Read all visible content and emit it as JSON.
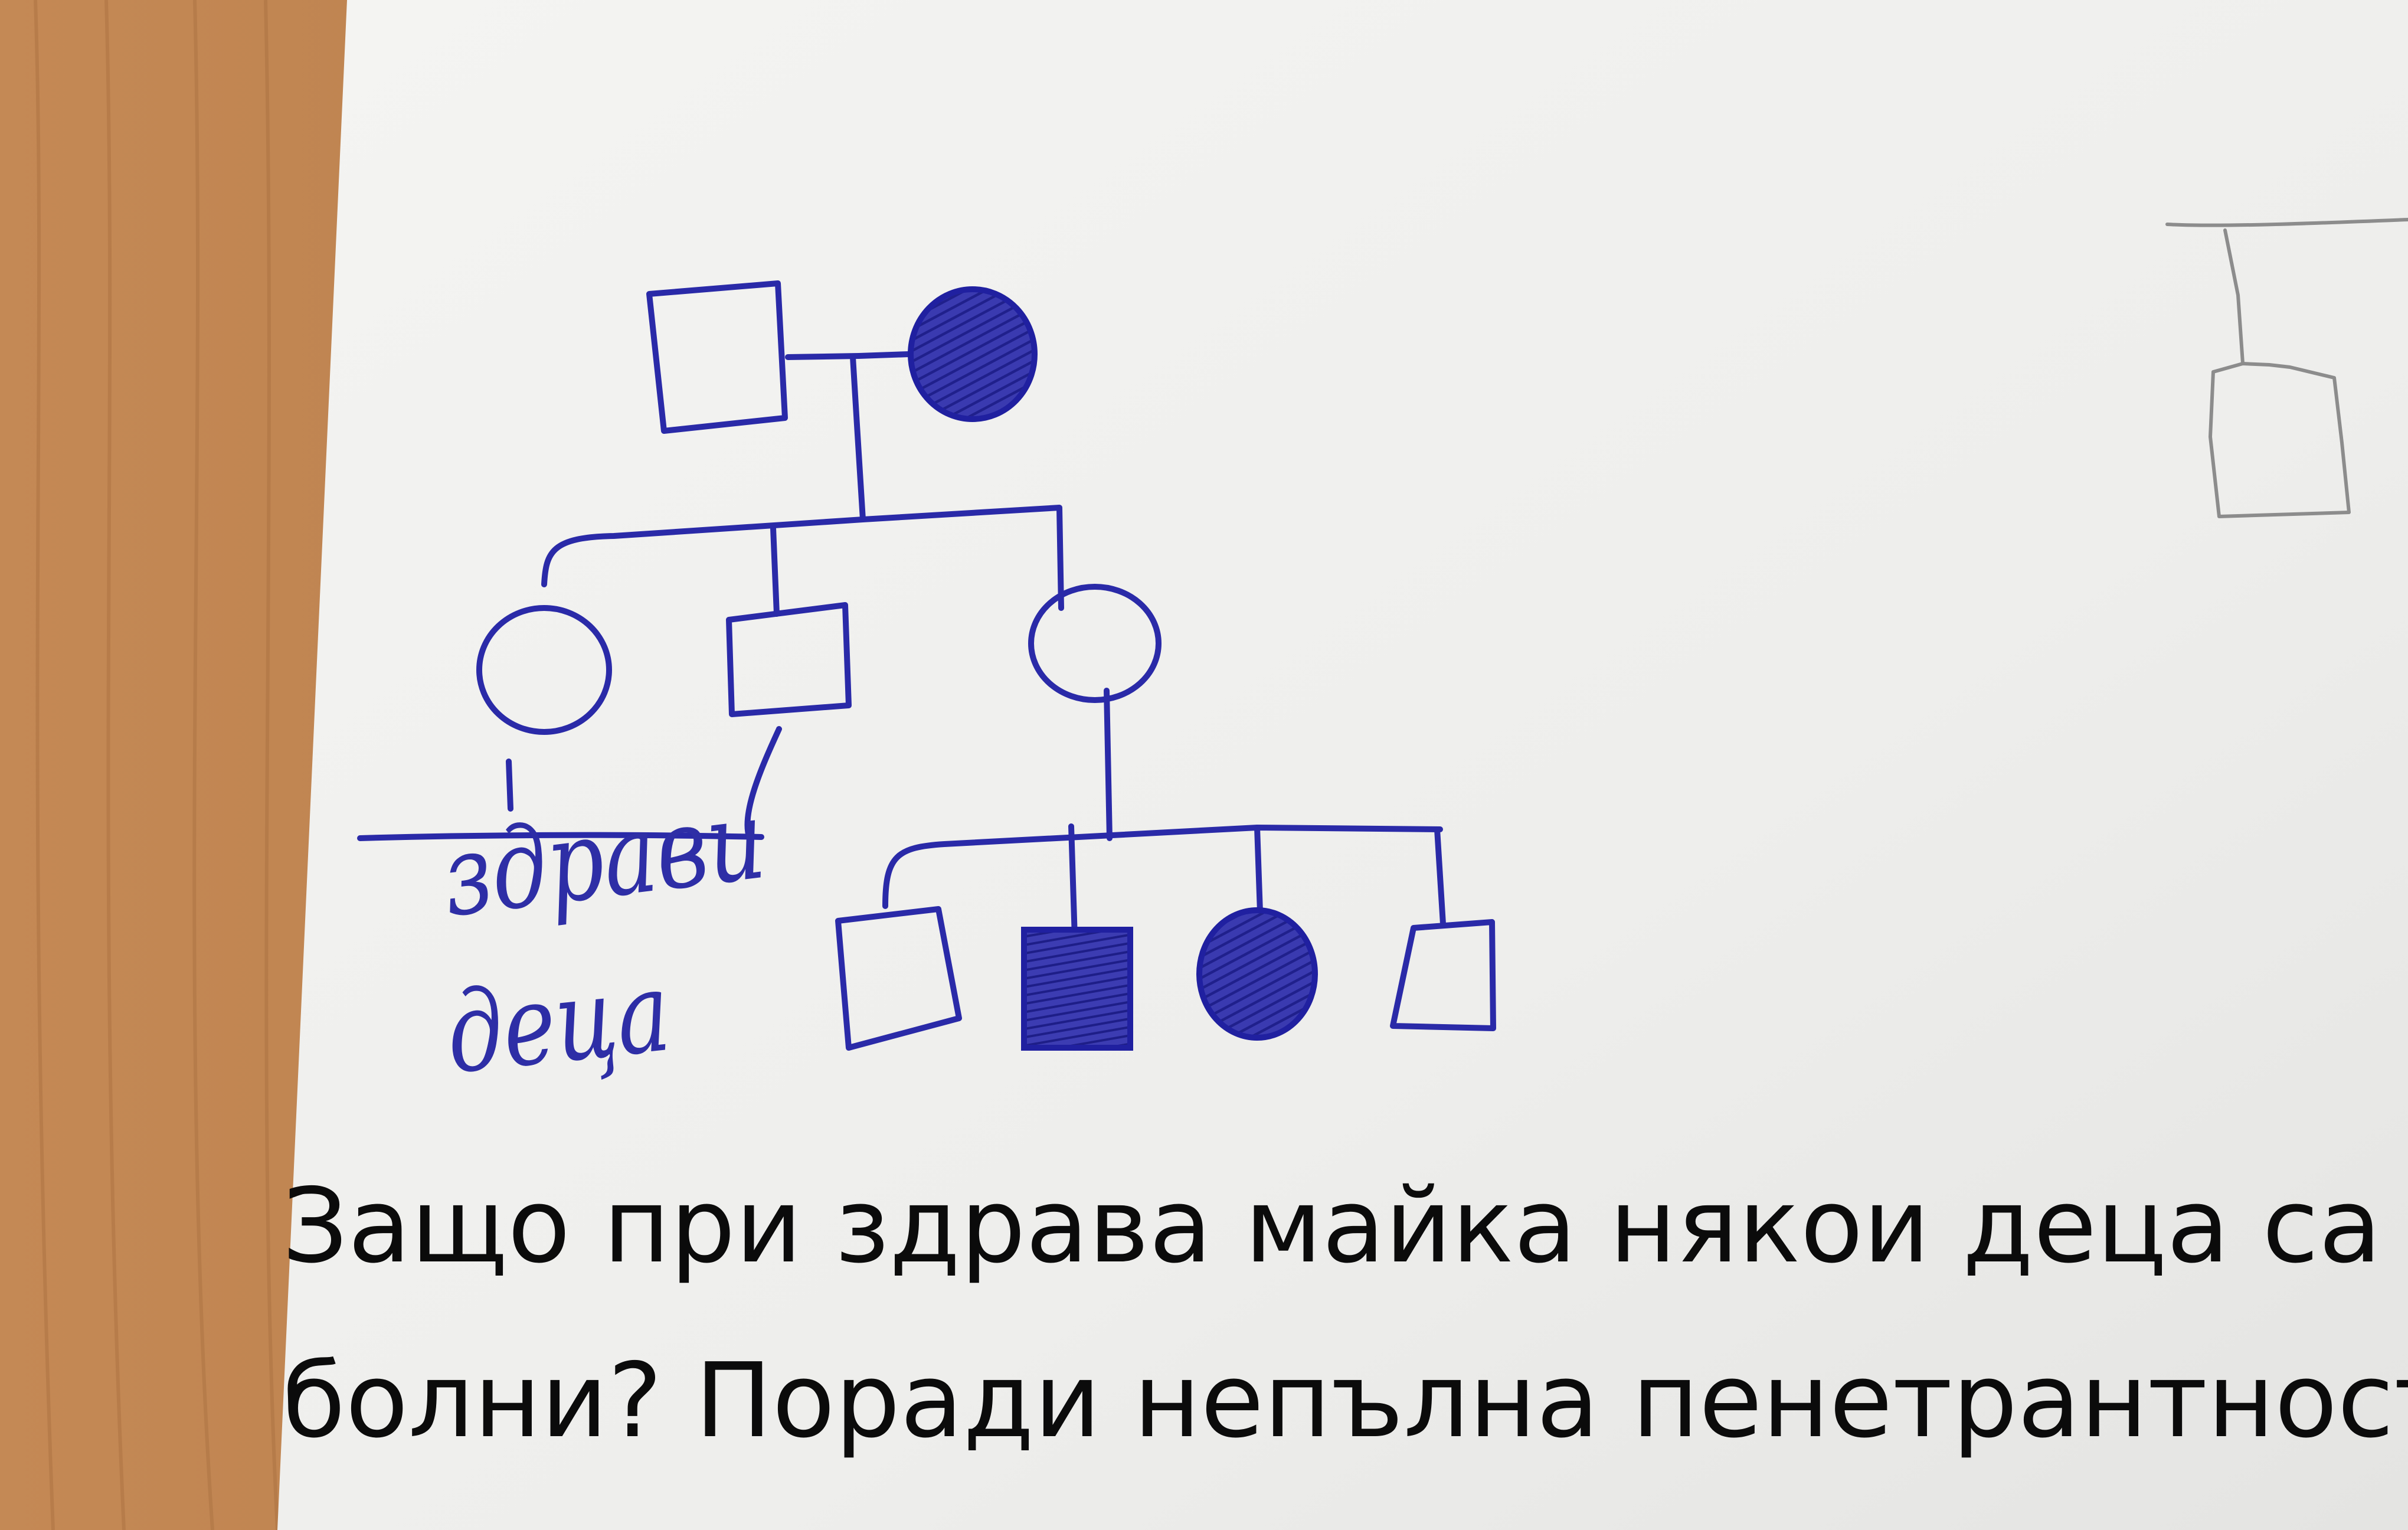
{
  "diagram": {
    "type": "pedigree",
    "colors": {
      "ink": "#2a2aa8",
      "paper": "#f1f1ef",
      "desk": "#b97e4c",
      "caption_text": "#0b0b0b"
    },
    "generation_1": [
      {
        "sex": "male",
        "affected": false
      },
      {
        "sex": "female",
        "affected": true
      }
    ],
    "generation_2": [
      {
        "sex": "female",
        "affected": false
      },
      {
        "sex": "male",
        "affected": false
      },
      {
        "sex": "female",
        "affected": false
      }
    ],
    "generation_3": [
      {
        "sex": "male",
        "affected": false
      },
      {
        "sex": "male",
        "affected": true
      },
      {
        "sex": "female",
        "affected": true
      },
      {
        "sex": "male",
        "affected": false
      }
    ],
    "handwritten_note": {
      "line1": "здрави",
      "line2": "деца"
    }
  },
  "caption": {
    "line1": "Защо при здрава майка някои деца са",
    "line2": "болни?  Поради непълна пенетрантност."
  }
}
